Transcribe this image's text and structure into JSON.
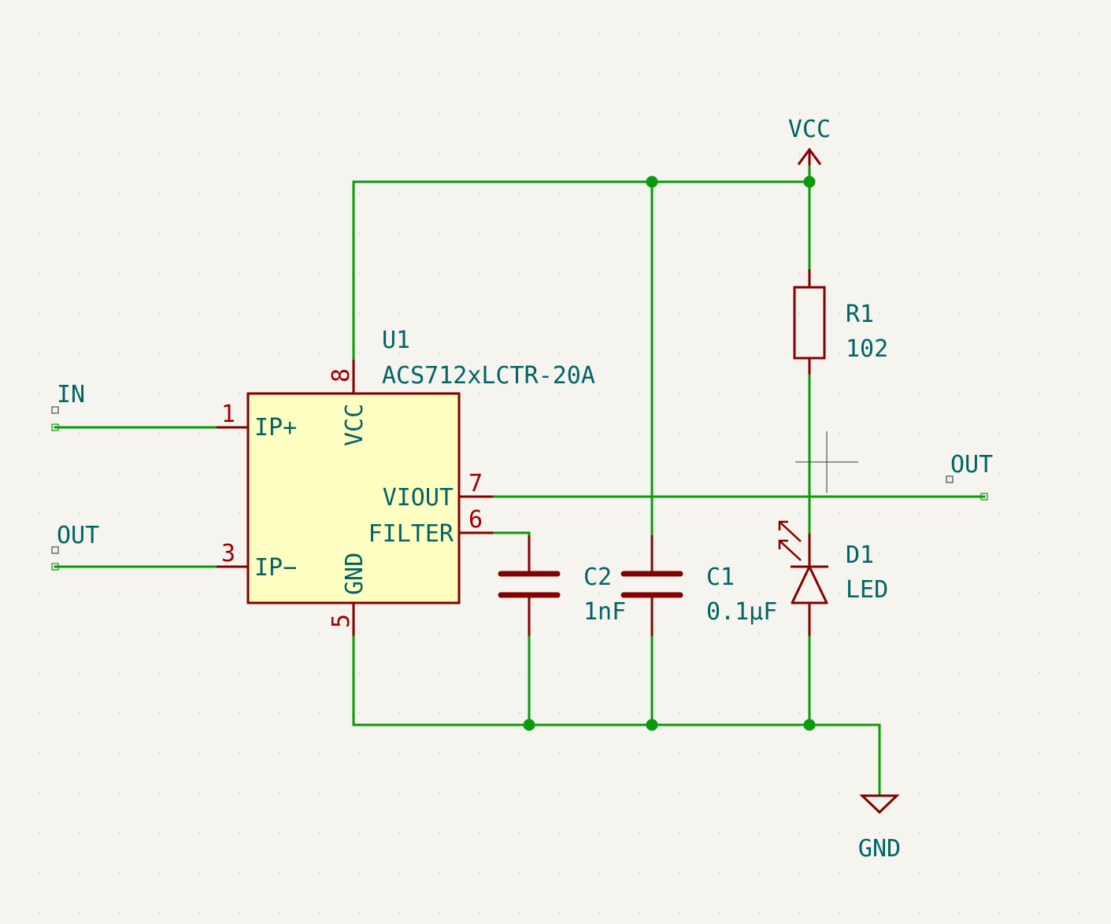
{
  "colors": {
    "background": "#f5f4ef",
    "wire": "#0a9a0a",
    "component": "#840000",
    "ic_fill": "#ffffc2",
    "text": "#006464",
    "pin_number": "#a00000"
  },
  "u1": {
    "ref": "U1",
    "value": "ACS712xLCTR-20A",
    "pins": {
      "ip_plus": {
        "number": "1",
        "name": "IP+"
      },
      "ip_minus": {
        "number": "3",
        "name": "IP−"
      },
      "vcc": {
        "number": "8",
        "name": "VCC"
      },
      "gnd": {
        "number": "5",
        "name": "GND"
      },
      "viout": {
        "number": "7",
        "name": "VIOUT"
      },
      "filter": {
        "number": "6",
        "name": "FILTER"
      }
    }
  },
  "c2": {
    "ref": "C2",
    "value": "1nF"
  },
  "c1": {
    "ref": "C1",
    "value": "0.1µF"
  },
  "r1": {
    "ref": "R1",
    "value": "102"
  },
  "d1": {
    "ref": "D1",
    "value": "LED"
  },
  "power": {
    "vcc": "VCC",
    "gnd": "GND"
  },
  "labels": {
    "in": "IN",
    "out_left": "OUT",
    "out_right": "OUT"
  }
}
